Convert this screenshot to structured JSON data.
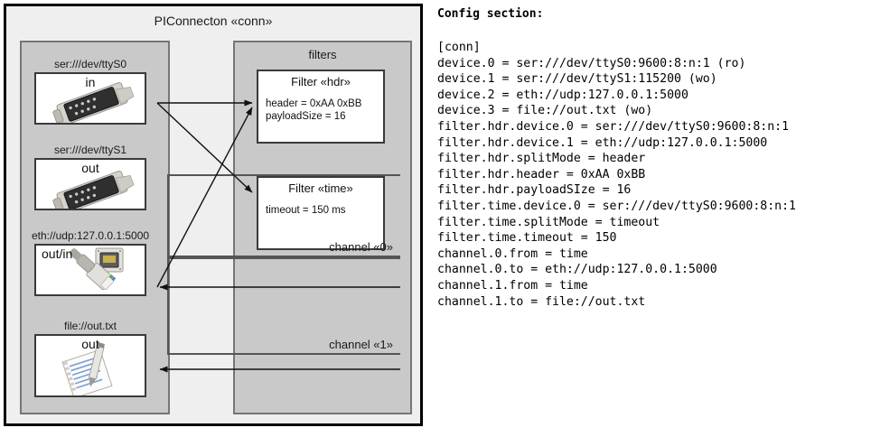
{
  "diagram": {
    "title": "PIConnecton «conn»",
    "devices_group": {
      "title": ""
    },
    "filters_group": {
      "title": "filters"
    },
    "devices": [
      {
        "label": "ser:///dev/ttyS0",
        "direction": "in",
        "icon": "serial-port-icon"
      },
      {
        "label": "ser:///dev/ttyS1",
        "direction": "out",
        "icon": "serial-port-icon"
      },
      {
        "label": "eth://udp:127.0.0.1:5000",
        "direction": "out/in",
        "icon": "ethernet-plug-icon"
      },
      {
        "label": "file://out.txt",
        "direction": "out",
        "icon": "text-file-icon"
      }
    ],
    "filters": [
      {
        "title": "Filter «hdr»",
        "props": [
          "header = 0xAA 0xBB",
          "payloadSize = 16"
        ]
      },
      {
        "title": "Filter «time»",
        "props": [
          "timeout = 150 ms"
        ]
      }
    ],
    "channels": [
      {
        "label": "channel «0»"
      },
      {
        "label": "channel «1»"
      }
    ]
  },
  "config": {
    "heading": "Config section:",
    "lines": [
      "[conn]",
      "device.0 = ser:///dev/ttyS0:9600:8:n:1 (ro)",
      "device.1 = ser:///dev/ttyS1:115200 (wo)",
      "device.2 = eth://udp:127.0.0.1:5000",
      "device.3 = file://out.txt (wo)",
      "filter.hdr.device.0 = ser:///dev/ttyS0:9600:8:n:1",
      "filter.hdr.device.1 = eth://udp:127.0.0.1:5000",
      "filter.hdr.splitMode = header",
      "filter.hdr.header = 0xAA 0xBB",
      "filter.hdr.payloadSIze = 16",
      "filter.time.device.0 = ser:///dev/ttyS0:9600:8:n:1",
      "filter.time.splitMode = timeout",
      "filter.time.timeout = 150",
      "channel.0.from = time",
      "channel.0.to = eth://udp:127.0.0.1:5000",
      "channel.1.from = time",
      "channel.1.to = file://out.txt"
    ]
  },
  "colors": {
    "page_bg": "#ffffff",
    "frame_bg": "#efefef",
    "group_bg": "#c9c9c9",
    "card_bg": "#ffffff",
    "border_dark": "#000000",
    "border_mid": "#767676",
    "text": "#1a1a1a"
  }
}
